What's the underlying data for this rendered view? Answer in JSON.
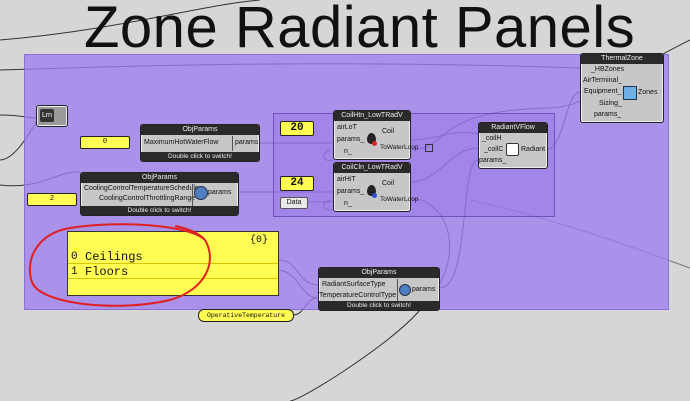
{
  "title": "Zone Radiant Panels",
  "thermal_zone": {
    "title": "ThermalZone",
    "inputs": [
      "_HBZones",
      "AirTerminal_",
      "Equipment_",
      "Sizing_",
      "params_"
    ],
    "output": "Zones"
  },
  "coil_htn": {
    "title": "CoilHtn_LowTRadV",
    "inputs": [
      "airLoT",
      "params_",
      "n_"
    ],
    "outputs": [
      "Coil",
      "ToWaterLoop"
    ]
  },
  "coil_cln": {
    "title": "CoilCln_LowTRadV",
    "inputs": [
      "airHiT",
      "params_",
      "n_"
    ],
    "outputs": [
      "Coil",
      "ToWaterLoop"
    ]
  },
  "radiant_vflow": {
    "title": "RadiantVFlow",
    "inputs": [
      "_coilH",
      "_coilC",
      "params_"
    ],
    "output": "Radiant"
  },
  "obj_params_1": {
    "title": "ObjParams",
    "inputs": [
      "MaximumHotWaterFlow"
    ],
    "output": "params",
    "footer": "Double click to switch!"
  },
  "obj_params_2": {
    "title": "ObjParams",
    "inputs": [
      "CoolingControlTemperatureSchedule",
      "CoolingControlThrottlingRange"
    ],
    "output": "params",
    "footer": "Double click to switch!"
  },
  "obj_params_3": {
    "title": "ObjParams",
    "inputs": [
      "RadiantSurfaceType",
      "TemperatureControlType"
    ],
    "output": "params",
    "footer": "Double click to switch!"
  },
  "sliders": {
    "heating_temp": "20",
    "cooling_temp": "24",
    "max_flow": "0",
    "throttling": "2"
  },
  "panel": {
    "header": "{0}",
    "rows": [
      {
        "index": "0",
        "value": "Ceilings"
      },
      {
        "index": "1",
        "value": "Floors"
      }
    ]
  },
  "data_param": "Data",
  "operative_label": "OperativeTemperature",
  "list_component_label": "Lrn",
  "colors": {
    "group_fill": "#9e7dee",
    "panel_yellow": "#fffd54",
    "annotation_red": "#e02020",
    "component_gray": "#c7c7c7"
  }
}
